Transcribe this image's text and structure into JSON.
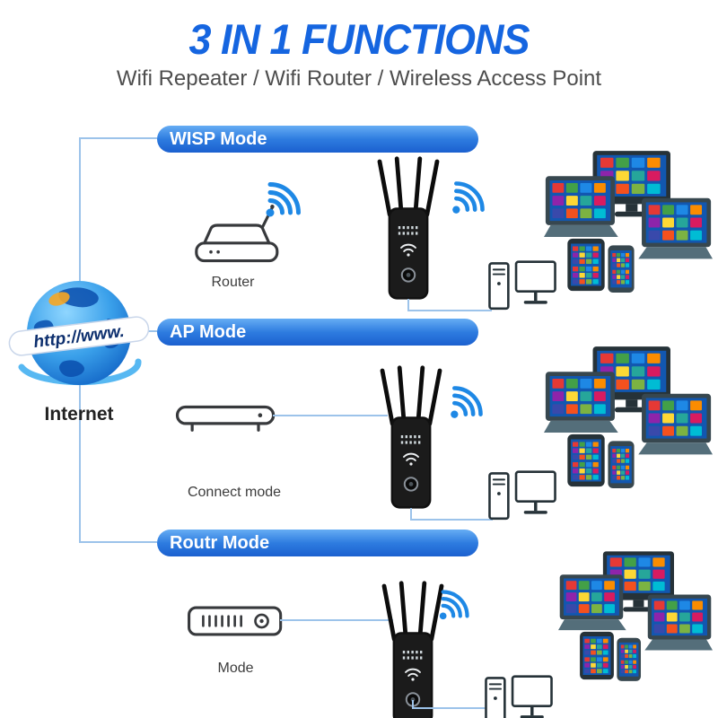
{
  "page": {
    "title": "3 IN 1 FUNCTIONS",
    "subtitle": "Wifi Repeater / Wifi Router / Wireless Access Point"
  },
  "internet": {
    "banner": "http://www.",
    "label": "Internet"
  },
  "sections": [
    {
      "title": "WISP Mode",
      "device_label": "Router"
    },
    {
      "title": "AP Mode",
      "device_label": "Connect mode"
    },
    {
      "title": "Routr Mode",
      "device_label": "Mode"
    }
  ],
  "icons": {
    "globe": "internet-globe",
    "wifi": "wifi-signal",
    "router": "wireless-router-lineart",
    "modem_flat": "modem-box-lineart",
    "modem_vent": "modem-vent-lineart",
    "repeater": "wifi-repeater-4-antennas",
    "pc": "desktop-pc-tower-monitor",
    "cluster": "laptops-monitor-tablet-phone"
  },
  "colors": {
    "title_blue": "#1565e0",
    "bar_gradient_top": "#66adf4",
    "bar_gradient_bottom": "#1b60cf",
    "wifi_blue": "#1e88e5",
    "connector_blue": "#9cc3ea",
    "subtitle_gray": "#4d4d4d"
  }
}
